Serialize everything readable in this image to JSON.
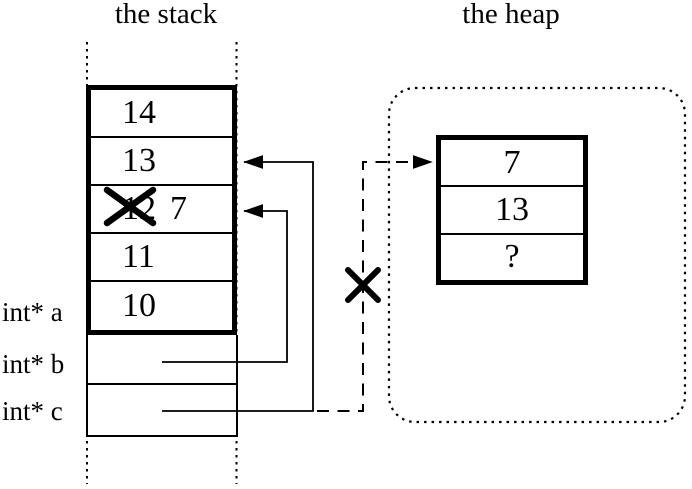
{
  "titles": {
    "stack": "the stack",
    "heap": "the heap"
  },
  "stack": {
    "cells": [
      {
        "value": "14"
      },
      {
        "value": "13"
      },
      {
        "value": "12",
        "crossed": true,
        "replacement": "7"
      },
      {
        "value": "11"
      },
      {
        "value": "10"
      }
    ],
    "labels": [
      {
        "text": "int* a"
      },
      {
        "text": "int* b"
      },
      {
        "text": "int* c"
      }
    ]
  },
  "heap": {
    "cells": [
      {
        "value": "7"
      },
      {
        "value": "13"
      },
      {
        "value": "?"
      }
    ]
  },
  "icons": {
    "crossed_out_value_mark": "x-mark",
    "dangling_pointer_mark": "x-mark"
  },
  "colors": {
    "ink": "#000000",
    "background": "#ffffff"
  }
}
